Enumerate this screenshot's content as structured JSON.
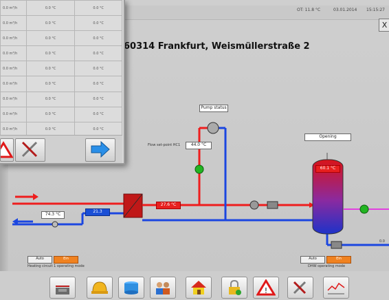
{
  "status_bar": {
    "outdoor": "OT:  11.8 °C",
    "date": "03.01.2014",
    "time": "15:15:27"
  },
  "address": "60314 Frankfurt, Weismüllerstraße 2",
  "close_label": "X",
  "panel_rows": [
    [
      "0.0 m³/h",
      "0.0 °C",
      "0.0 °C"
    ],
    [
      "0.0 m³/h",
      "0.0 °C",
      "0.0 °C"
    ],
    [
      "0.0 m³/h",
      "0.0 °C",
      "0.0 °C"
    ],
    [
      "0.0 m³/h",
      "0.0 °C",
      "0.0 °C"
    ],
    [
      "0.0 m³/h",
      "0.0 °C",
      "0.0 °C"
    ],
    [
      "0.0 m³/h",
      "0.0 °C",
      "0.0 °C"
    ],
    [
      "0.0 m³/h",
      "0.0 °C",
      "0.0 °C"
    ],
    [
      "0.0 m³/h",
      "0.0 °C",
      "0.0 °C"
    ],
    [
      "0.0 m³/h",
      "0.0 °C",
      "0.0 °C"
    ]
  ],
  "diagram": {
    "pump_label": "Pump status",
    "flow_setpoint_label": "Flow set-point HC1",
    "flow_setpoint_value": "44.0 °C",
    "return_temp": "74.3 °C",
    "return_flow": "21.3",
    "supply_temp": "27.6 °C",
    "tank_top": "60.1 °C",
    "tank_label": "Opening",
    "outlet_label": "0.0",
    "auto_label": "Auto",
    "on_label": "Ein",
    "heating_mode_label": "Heating circuit 1 operating mode",
    "dhw_mode_label": "DHW operating mode"
  },
  "colors": {
    "supply": "#ee1d1d",
    "return": "#1b46e0",
    "pump_on": "#22b422",
    "tank_top": "#d8141a",
    "tank_bottom": "#1d32c8",
    "dhw": "#e23fe0"
  },
  "toolbar_icons": [
    "house-icon",
    "helmet-icon",
    "tank-icon",
    "users-icon",
    "home-energy-icon",
    "lock-icon",
    "alarm-icon",
    "tools-icon",
    "trend-chart-icon"
  ]
}
